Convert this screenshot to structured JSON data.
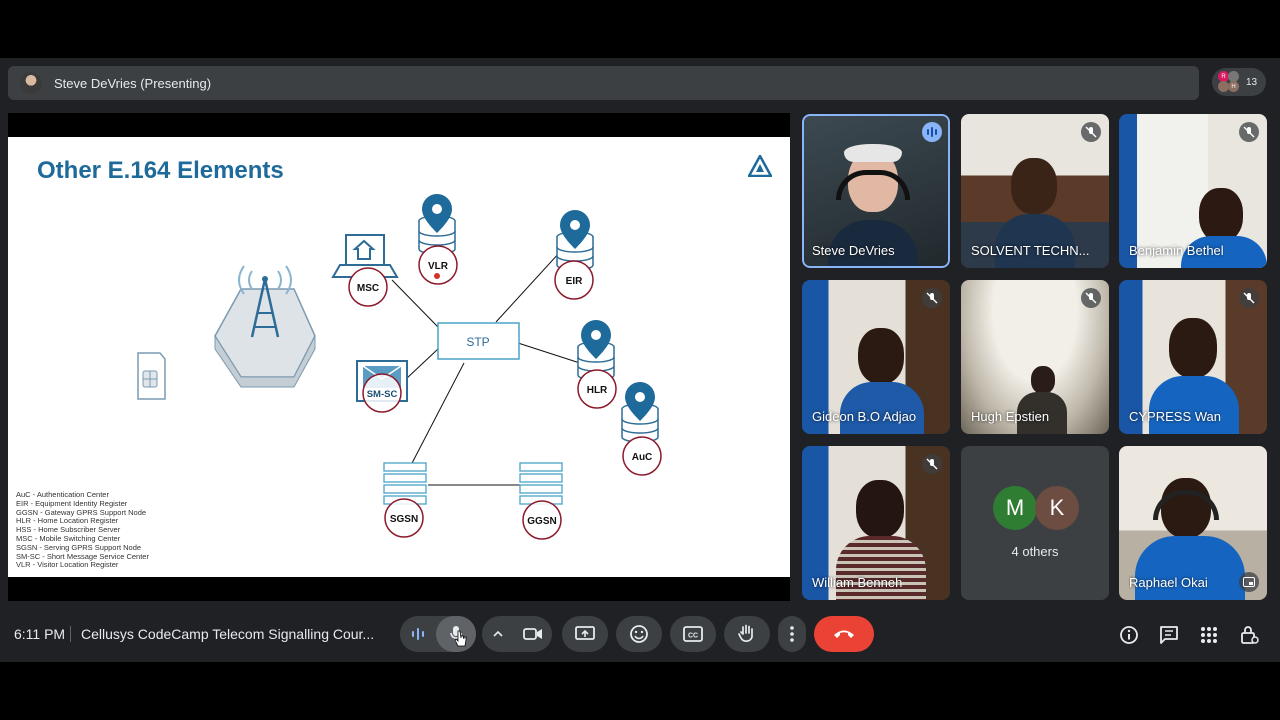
{
  "presenter": {
    "name": "Steve DeVries (Presenting)"
  },
  "participants_pill": {
    "count": "13",
    "mini_avatars": [
      "R",
      "H"
    ]
  },
  "slide": {
    "title": "Other E.164 Elements",
    "nodes": {
      "msc": "MSC",
      "vlr": "VLR",
      "eir": "EIR",
      "stp": "STP",
      "sms": "SM-SC",
      "hlr": "HLR",
      "auc": "AuC",
      "sgsn": "SGSN",
      "ggsn": "GGSN"
    },
    "legend": [
      "AuC - Authentication Center",
      "EIR - Equipment Identity Register",
      "GGSN - Gateway GPRS Support Node",
      "HLR - Home Location Register",
      "HSS - Home Subscriber Server",
      "MSC - Mobile Switching Center",
      "SGSN - Serving GPRS Support Node",
      "SM-SC - Short Message Service Center",
      "VLR - Visitor Location Register"
    ]
  },
  "tiles": [
    {
      "name": "Steve DeVries",
      "state": "speaking"
    },
    {
      "name": "SOLVENT TECHN...",
      "state": "muted"
    },
    {
      "name": "Benjamin Bethel",
      "state": "muted"
    },
    {
      "name": "Gideon B.O Adjao",
      "state": "muted"
    },
    {
      "name": "Hugh Epstien",
      "state": "muted"
    },
    {
      "name": "CYPRESS Wan",
      "state": "muted"
    },
    {
      "name": "William Benneh",
      "state": "muted"
    },
    {
      "name": "Raphael Okai",
      "state": "active"
    }
  ],
  "others": {
    "label": "4 others",
    "avatars": [
      "M",
      "K"
    ],
    "colors": [
      "#2e7d32",
      "#6d4c41"
    ]
  },
  "bottom_bar": {
    "time": "6:11 PM",
    "meeting_title": "Cellusys CodeCamp Telecom Signalling Cour..."
  },
  "colors": {
    "accent": "#8ab4f8",
    "end_call": "#ea4335",
    "slide_blue": "#1e6a9a",
    "bar": "#3c4043"
  }
}
